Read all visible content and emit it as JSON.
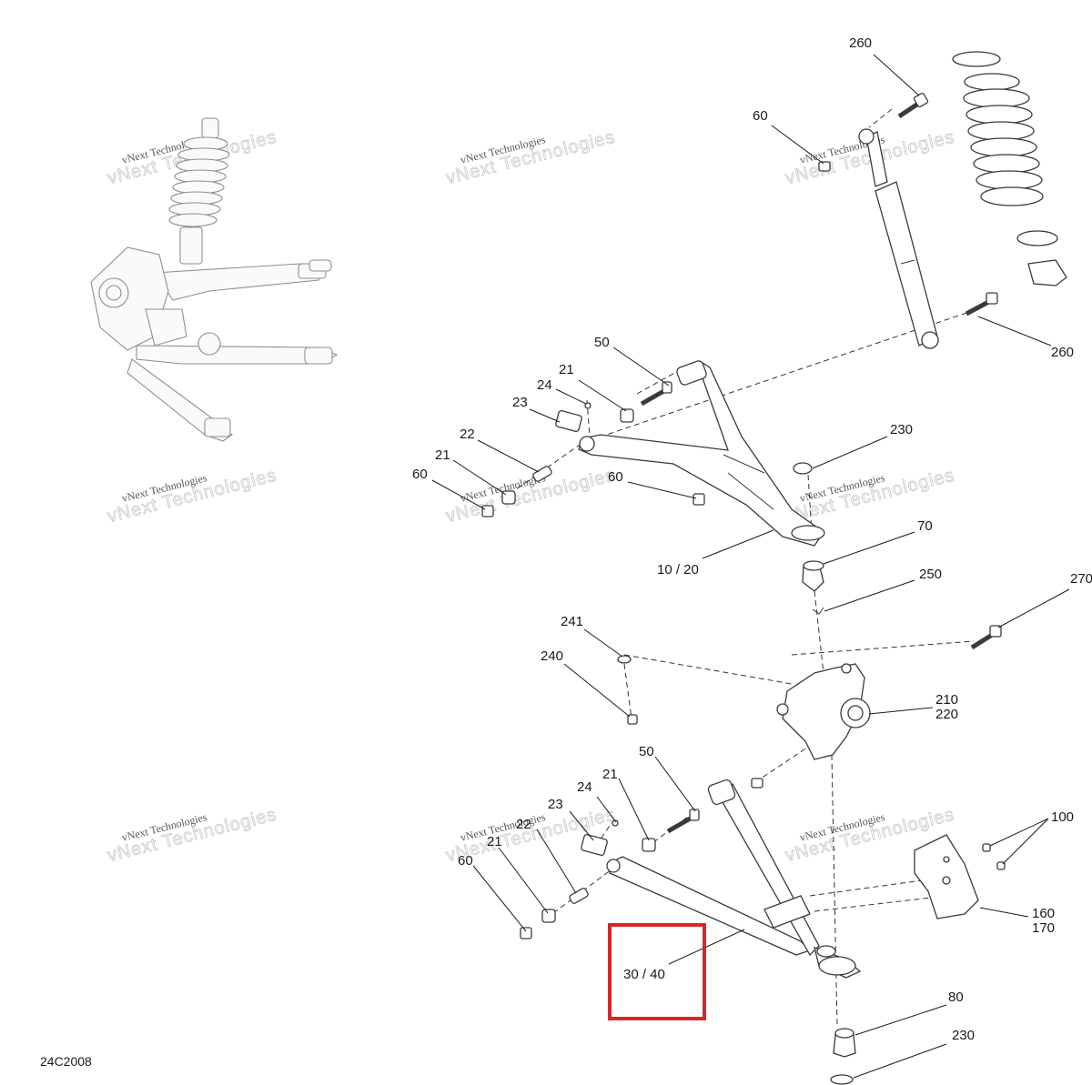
{
  "drawing_id": "24C2008",
  "watermark": {
    "line1": "vNext Technologies",
    "line2": "vNext Technologies"
  },
  "callouts": {
    "c260_top": "260",
    "c60_top": "60",
    "c260_right": "260",
    "c50_upper": "50",
    "c21_upper": "21",
    "c24_upper": "24",
    "c23_upper": "23",
    "c22_upper": "22",
    "c21_upper_left": "21",
    "c60_upper_left": "60",
    "c60_upper_mid": "60",
    "c230_upper": "230",
    "c70": "70",
    "c10_20": "10 / 20",
    "c250": "250",
    "c270": "270",
    "c241": "241",
    "c240": "240",
    "c210": "210",
    "c220": "220",
    "c50_lower": "50",
    "c21_lower": "21",
    "c24_lower": "24",
    "c23_lower": "23",
    "c22_lower": "22",
    "c21_lower_left": "21",
    "c60_lower_left": "60",
    "c100": "100",
    "c160": "160",
    "c170": "170",
    "c30_40": "30 / 40",
    "c80": "80",
    "c230_lower": "230"
  },
  "highlight_color": "#d62728"
}
